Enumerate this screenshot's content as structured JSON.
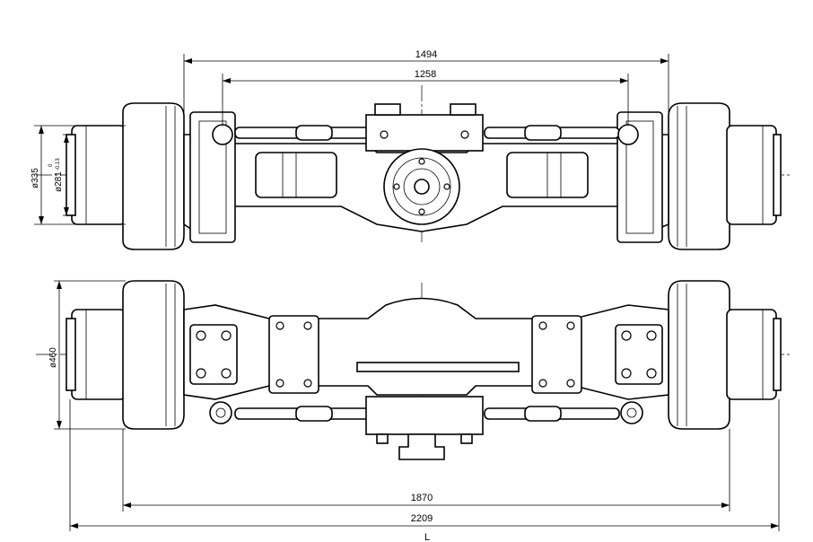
{
  "dimensions": {
    "top_overall": "1494",
    "top_inner": "1258",
    "bottom_inner": "1870",
    "bottom_overall": "2209",
    "dia_outer_top": "ø335",
    "dia_inner_top": "ø281",
    "dia_inner_tol_upper": "0",
    "dia_inner_tol_lower": "-0.13",
    "dia_bottom": "ø460",
    "length_symbol": "L"
  },
  "colors": {
    "line": "#000000",
    "background": "#ffffff"
  }
}
